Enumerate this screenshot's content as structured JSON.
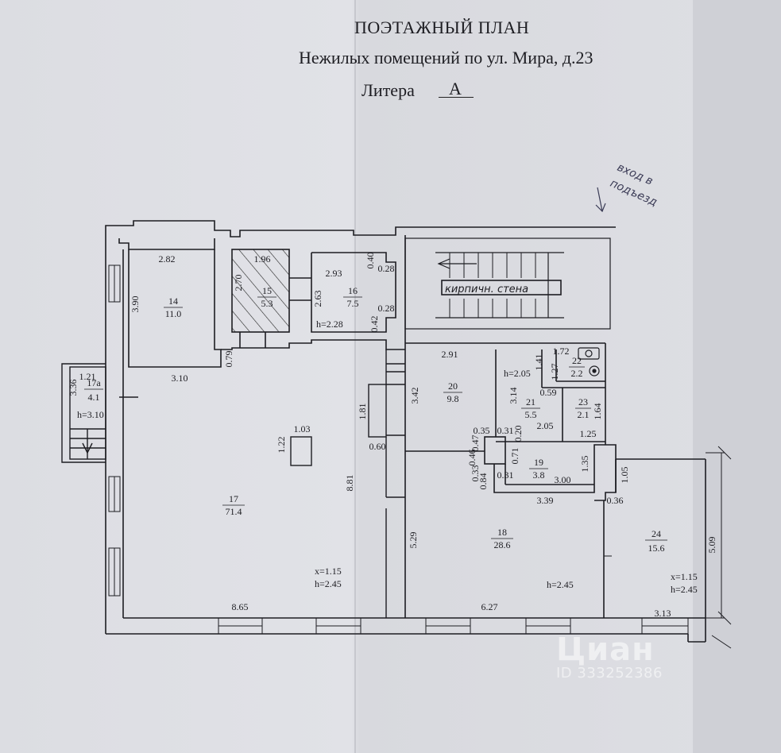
{
  "header": {
    "title": "ПОЭТАЖНЫЙ ПЛАН",
    "subtitle": "Нежилых помещений по ул. Мира, д.23",
    "litera_label": "Литера",
    "litera_value": "А"
  },
  "handwritten_note": [
    "вход в",
    "подъезд"
  ],
  "wall_label": "кирпичн. стена",
  "rooms": [
    {
      "id": "14",
      "area": "11.0"
    },
    {
      "id": "15",
      "area": "5.3"
    },
    {
      "id": "16",
      "area": "7.5"
    },
    {
      "id": "17",
      "area": "71.4"
    },
    {
      "id": "17а",
      "area": "4.1"
    },
    {
      "id": "18",
      "area": "28.6"
    },
    {
      "id": "19",
      "area": "3.8"
    },
    {
      "id": "20",
      "area": "9.8"
    },
    {
      "id": "21",
      "area": "5.5"
    },
    {
      "id": "22",
      "area": "2.2"
    },
    {
      "id": "23",
      "area": "2.1"
    },
    {
      "id": "24",
      "area": "15.6"
    }
  ],
  "heights": {
    "r16": "h=2.28",
    "r17a": "h=3.10",
    "r17_x": "x=1.15",
    "r17_h": "h=2.45",
    "r18": "h=2.45",
    "r21": "h=2.05",
    "r24_x": "x=1.15",
    "r24_h": "h=2.45"
  },
  "dims": {
    "r14_top": "2.82",
    "r14_left": "3.90",
    "r14_bottom": "3.10",
    "r15_top": "1.96",
    "r15_left": "2.70",
    "r16_top": "2.93",
    "r16_left": "2.63",
    "r16_r1": "0.40",
    "r16_r2": "0.28",
    "r16_r3": "0.28",
    "r16_r4": "0.42",
    "d079": "0.79",
    "r17a_top": "1.21",
    "r17a_left": "3.36",
    "col_w": "1.03",
    "col_h": "1.22",
    "r17_bottom": "8.65",
    "r17_right": "8.81",
    "niche_h": "1.81",
    "niche_w": "0.60",
    "r20_top": "2.91",
    "r20_left": "3.42",
    "r21_left": "3.14",
    "r21_bottom": "2.05",
    "r21_a": "0.59",
    "r22_top": "1.72",
    "r22_a": "1.41",
    "r22_b": "1.27",
    "r23_right": "1.64",
    "r23_bottom": "1.25",
    "p035": "0.35",
    "p031a": "0.31",
    "p047": "0.47",
    "p020": "0.20",
    "p046": "0.46",
    "p071": "0.71",
    "p033": "0.33",
    "p031b": "0.31",
    "p084": "0.84",
    "r19_bottom": "3.00",
    "r19_right": "1.35",
    "r18_top": "3.39",
    "r18_left": "5.29",
    "r18_bottom": "6.27",
    "p036": "0.36",
    "r24_a": "1.05",
    "r24_right": "5.09",
    "r24_bottom": "3.13"
  },
  "watermark": {
    "brand": "Циан",
    "id": "ID 333252386"
  },
  "colors": {
    "ink": "#1d1d22",
    "paper": "#dedfe4"
  }
}
